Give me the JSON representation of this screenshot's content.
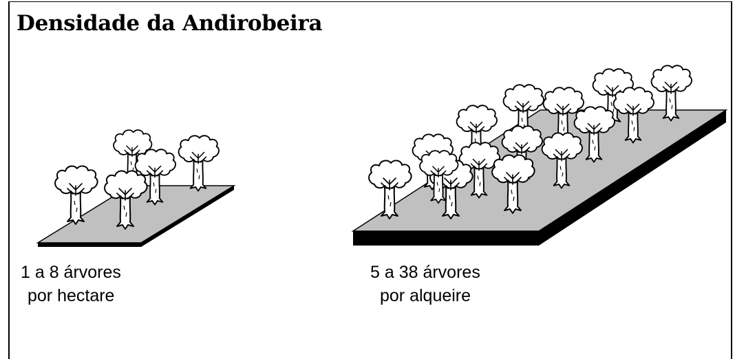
{
  "title": "Densidade da Andirobeira",
  "left_panel": {
    "caption_line1": "1 a 8 árvores",
    "caption_line2": "por hectare",
    "tree_count": 5
  },
  "right_panel": {
    "caption_line1": "5 a 38 árvores",
    "caption_line2": "por alqueire",
    "tree_count": 15
  },
  "colors": {
    "ground": "#c0c0c0",
    "edge": "#000000",
    "tree_fill": "#ffffff"
  }
}
